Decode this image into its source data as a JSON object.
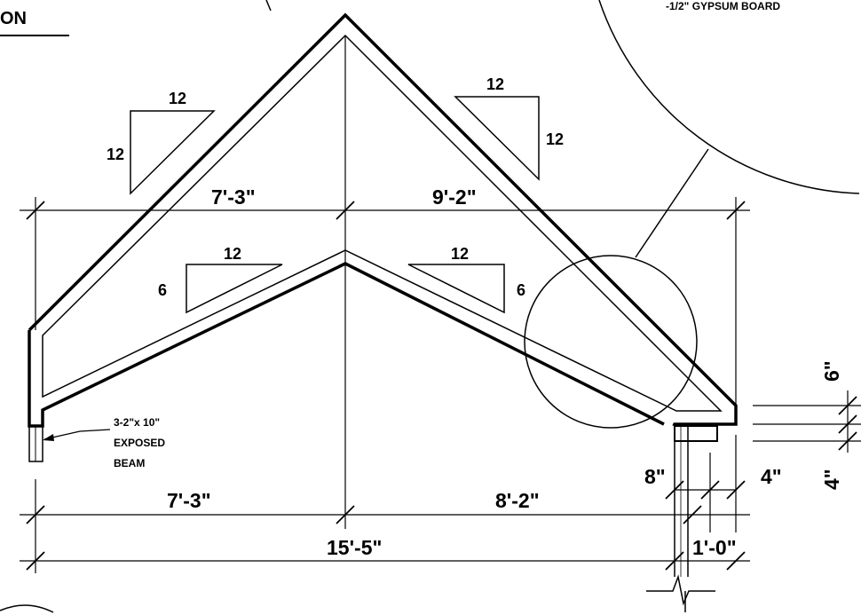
{
  "title_fragment": "ON",
  "detail_note": "-1/2\" GYPSUM BOARD",
  "beam_callout": [
    "3-2\"x 10\"",
    "EXPOSED",
    "BEAM"
  ],
  "upper_pitch": {
    "left": {
      "run": "12",
      "rise": "12"
    },
    "right": {
      "run": "12",
      "rise": "12"
    }
  },
  "lower_pitch": {
    "left": {
      "run": "12",
      "rise": "6"
    },
    "right": {
      "run": "12",
      "rise": "6"
    }
  },
  "dimensions": {
    "upper_left": "7'-3\"",
    "upper_right": "9'-2\"",
    "lower_left": "7'-3\"",
    "lower_right": "8'-2\"",
    "overall": "15'-5\"",
    "overhang": "1'-0\"",
    "post_depth": "8\"",
    "fascia_offset": "4\"",
    "vertical_top": "6\"",
    "vertical_bottom": "4\""
  }
}
